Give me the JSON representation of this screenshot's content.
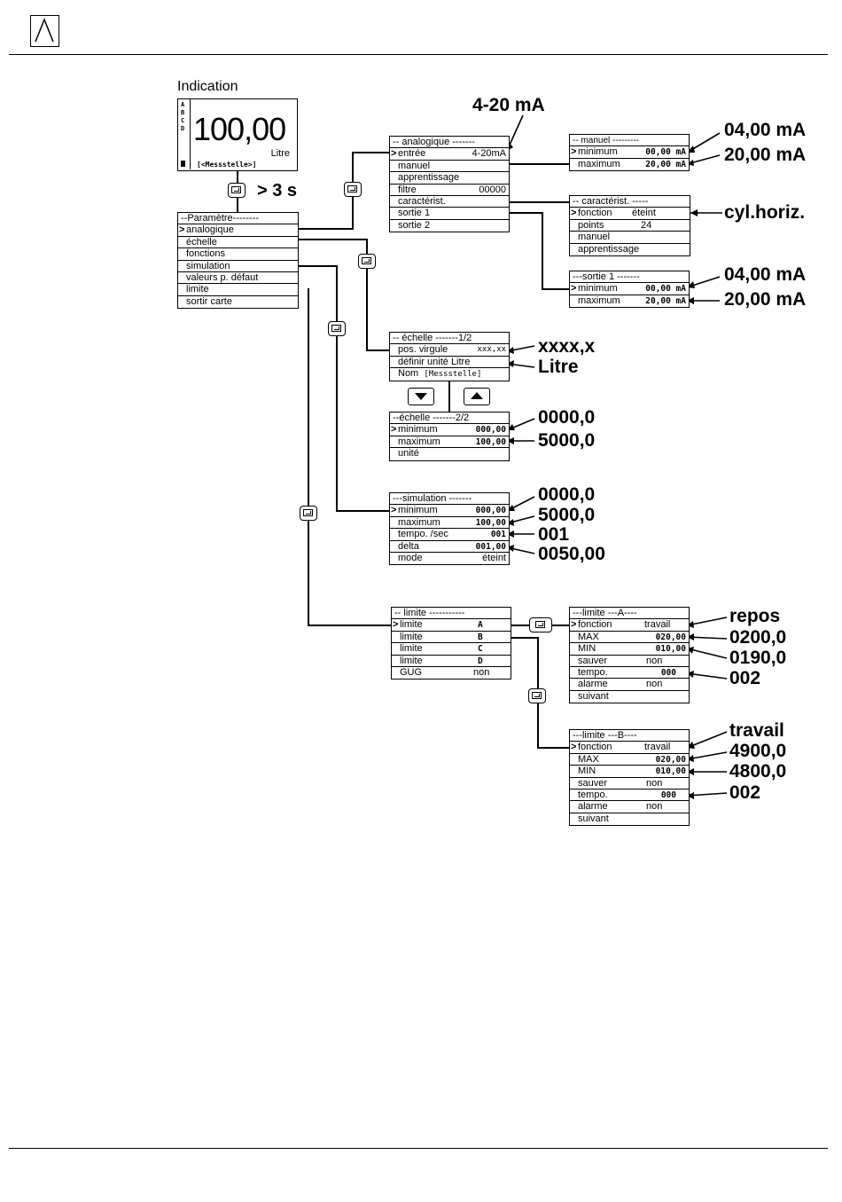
{
  "indication": {
    "title": "Indication",
    "value": "100,00",
    "unit": "Litre",
    "tag": "[<Messstelle>]"
  },
  "hold_label": "> 3 s",
  "parametre": {
    "title": "--Paramètre--------",
    "items": [
      "analogique",
      "échelle",
      "fonctions",
      "simulation",
      "valeurs p. défaut",
      "limite",
      "sortir carte"
    ]
  },
  "analogique": {
    "title": "-- analogique -------",
    "rows": [
      {
        "label": "entrée",
        "value": "4-20mA"
      },
      {
        "label": "manuel",
        "value": ""
      },
      {
        "label": "apprentissage",
        "value": ""
      },
      {
        "label": "filtre",
        "value": "00000"
      },
      {
        "label": "caractérist.",
        "value": ""
      },
      {
        "label": "sortie   1",
        "value": ""
      },
      {
        "label": "sortie   2",
        "value": ""
      }
    ],
    "callout": "4-20 mA"
  },
  "manuel": {
    "title": "-- manuel ---------",
    "rows": [
      {
        "label": "minimum",
        "value": "00,00 mA"
      },
      {
        "label": "maximum",
        "value": "20,00 mA"
      }
    ],
    "callouts": [
      "04,00 mA",
      "20,00 mA"
    ]
  },
  "caracterist": {
    "title": "--  caractérist.  -----",
    "rows": [
      {
        "label": "fonction",
        "value": "éteint"
      },
      {
        "label": "points",
        "value": "24"
      },
      {
        "label": "manuel",
        "value": ""
      },
      {
        "label": "apprentissage",
        "value": ""
      }
    ],
    "callout": "cyl.horiz."
  },
  "sortie1": {
    "title": "---sortie  1  -------",
    "rows": [
      {
        "label": "minimum",
        "value": "00,00 mA"
      },
      {
        "label": "maximum",
        "value": "20,00 mA"
      }
    ],
    "callouts": [
      "04,00 mA",
      "20,00 mA"
    ]
  },
  "echelle1": {
    "title": "-- échelle -------1/2",
    "rows": [
      {
        "label": "pos.  virgule",
        "value": "xxx,xx"
      },
      {
        "label": "définir  unité",
        "value": "Litre"
      },
      {
        "label": "Nom",
        "value": "[Messstelle]"
      }
    ],
    "callouts": [
      "xxxx,x",
      "Litre"
    ]
  },
  "echelle2": {
    "title": "--échelle -------2/2",
    "rows": [
      {
        "label": "minimum",
        "value": "000,00"
      },
      {
        "label": "maximum",
        "value": "100,00"
      },
      {
        "label": "unité",
        "value": ""
      }
    ],
    "callouts": [
      "0000,0",
      "5000,0"
    ]
  },
  "simulation": {
    "title": "---simulation -------",
    "rows": [
      {
        "label": "minimum",
        "value": "000,00"
      },
      {
        "label": "maximum",
        "value": "100,00"
      },
      {
        "label": "tempo. /sec",
        "value": "001"
      },
      {
        "label": "delta",
        "value": "001,00"
      },
      {
        "label": "mode",
        "value": "éteint"
      }
    ],
    "callouts": [
      "0000,0",
      "5000,0",
      "001",
      "0050,00"
    ]
  },
  "limite": {
    "title": "-- limite  -----------",
    "rows": [
      {
        "label": "limite",
        "value": "A"
      },
      {
        "label": "limite",
        "value": "B"
      },
      {
        "label": "limite",
        "value": "C"
      },
      {
        "label": "limite",
        "value": "D"
      },
      {
        "label": "GUG",
        "value": "non"
      }
    ]
  },
  "limiteA": {
    "title": "---limite      ---A----",
    "rows": [
      {
        "label": "fonction",
        "value": "travail"
      },
      {
        "label": "MAX",
        "value": "020,00"
      },
      {
        "label": "MIN",
        "value": "010,00"
      },
      {
        "label": "sauver",
        "value": "non"
      },
      {
        "label": "tempo.",
        "value": "000"
      },
      {
        "label": "alarme",
        "value": "non"
      },
      {
        "label": "suivant",
        "value": ""
      }
    ],
    "callouts": [
      "repos",
      "0200,0",
      "0190,0",
      "002"
    ]
  },
  "limiteB": {
    "title": "---limite      ---B----",
    "rows": [
      {
        "label": "fonction",
        "value": "travail"
      },
      {
        "label": "MAX",
        "value": "020,00"
      },
      {
        "label": "MIN",
        "value": "010,00"
      },
      {
        "label": "sauver",
        "value": "non"
      },
      {
        "label": "tempo.",
        "value": "000"
      },
      {
        "label": "alarme",
        "value": "non"
      },
      {
        "label": "suivant",
        "value": ""
      }
    ],
    "callouts": [
      "travail",
      "4900,0",
      "4800,0",
      "002"
    ]
  }
}
